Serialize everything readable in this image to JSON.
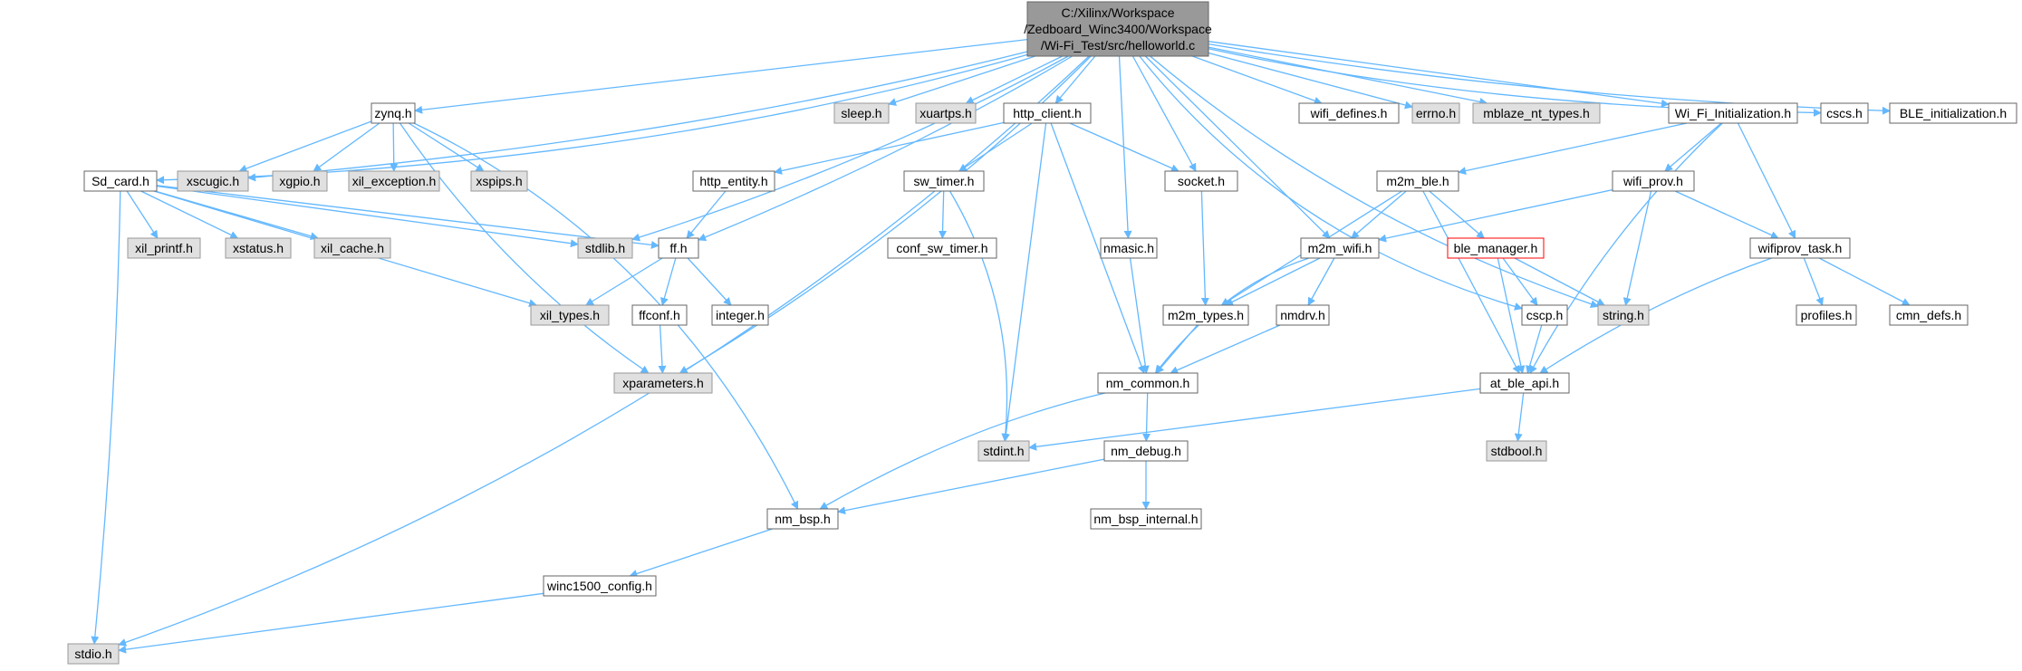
{
  "colors": {
    "root_fill": "#999999",
    "root_stroke": "#666666",
    "local_fill": "#ffffff",
    "local_stroke": "#666666",
    "system_fill": "#e0e0e0",
    "system_stroke": "#999999",
    "highlight_stroke": "#ff0000",
    "edge": "#63b8ff"
  },
  "nodes": [
    {
      "id": "root",
      "lines": [
        "C:/Xilinx/Workspace",
        "/Zedboard_Winc3400/Workspace",
        "/Wi-Fi_Test/src/helloworld.c"
      ],
      "kind": "root"
    },
    {
      "id": "zynq",
      "lines": [
        "zynq.h"
      ],
      "kind": "local"
    },
    {
      "id": "sleep",
      "lines": [
        "sleep.h"
      ],
      "kind": "system"
    },
    {
      "id": "xuartps",
      "lines": [
        "xuartps.h"
      ],
      "kind": "system"
    },
    {
      "id": "http_client",
      "lines": [
        "http_client.h"
      ],
      "kind": "local"
    },
    {
      "id": "wifi_defines",
      "lines": [
        "wifi_defines.h"
      ],
      "kind": "local"
    },
    {
      "id": "errno",
      "lines": [
        "errno.h"
      ],
      "kind": "system"
    },
    {
      "id": "mblaze",
      "lines": [
        "mblaze_nt_types.h"
      ],
      "kind": "system"
    },
    {
      "id": "wifi_init",
      "lines": [
        "Wi_Fi_Initialization.h"
      ],
      "kind": "local"
    },
    {
      "id": "cscs",
      "lines": [
        "cscs.h"
      ],
      "kind": "local"
    },
    {
      "id": "ble_init",
      "lines": [
        "BLE_initialization.h"
      ],
      "kind": "local"
    },
    {
      "id": "sd_card",
      "lines": [
        "Sd_card.h"
      ],
      "kind": "local"
    },
    {
      "id": "xscugic",
      "lines": [
        "xscugic.h"
      ],
      "kind": "system"
    },
    {
      "id": "xgpio",
      "lines": [
        "xgpio.h"
      ],
      "kind": "system"
    },
    {
      "id": "xil_exception",
      "lines": [
        "xil_exception.h"
      ],
      "kind": "system"
    },
    {
      "id": "xspips",
      "lines": [
        "xspips.h"
      ],
      "kind": "system"
    },
    {
      "id": "http_entity",
      "lines": [
        "http_entity.h"
      ],
      "kind": "local"
    },
    {
      "id": "sw_timer",
      "lines": [
        "sw_timer.h"
      ],
      "kind": "local"
    },
    {
      "id": "socket",
      "lines": [
        "socket.h"
      ],
      "kind": "local"
    },
    {
      "id": "m2m_ble",
      "lines": [
        "m2m_ble.h"
      ],
      "kind": "local"
    },
    {
      "id": "wifi_prov",
      "lines": [
        "wifi_prov.h"
      ],
      "kind": "local"
    },
    {
      "id": "xil_printf",
      "lines": [
        "xil_printf.h"
      ],
      "kind": "system"
    },
    {
      "id": "xstatus",
      "lines": [
        "xstatus.h"
      ],
      "kind": "system"
    },
    {
      "id": "xil_cache",
      "lines": [
        "xil_cache.h"
      ],
      "kind": "system"
    },
    {
      "id": "stdlib",
      "lines": [
        "stdlib.h"
      ],
      "kind": "system"
    },
    {
      "id": "ff",
      "lines": [
        "ff.h"
      ],
      "kind": "local"
    },
    {
      "id": "conf_sw_timer",
      "lines": [
        "conf_sw_timer.h"
      ],
      "kind": "local"
    },
    {
      "id": "nmasic",
      "lines": [
        "nmasic.h"
      ],
      "kind": "local"
    },
    {
      "id": "m2m_wifi",
      "lines": [
        "m2m_wifi.h"
      ],
      "kind": "local"
    },
    {
      "id": "ble_manager",
      "lines": [
        "ble_manager.h"
      ],
      "kind": "highlight"
    },
    {
      "id": "wifiprov_task",
      "lines": [
        "wifiprov_task.h"
      ],
      "kind": "local"
    },
    {
      "id": "xil_types",
      "lines": [
        "xil_types.h"
      ],
      "kind": "system"
    },
    {
      "id": "ffconf",
      "lines": [
        "ffconf.h"
      ],
      "kind": "local"
    },
    {
      "id": "integer",
      "lines": [
        "integer.h"
      ],
      "kind": "local"
    },
    {
      "id": "m2m_types",
      "lines": [
        "m2m_types.h"
      ],
      "kind": "local"
    },
    {
      "id": "nmdrv",
      "lines": [
        "nmdrv.h"
      ],
      "kind": "local"
    },
    {
      "id": "cscp",
      "lines": [
        "cscp.h"
      ],
      "kind": "local"
    },
    {
      "id": "string",
      "lines": [
        "string.h"
      ],
      "kind": "system"
    },
    {
      "id": "profiles",
      "lines": [
        "profiles.h"
      ],
      "kind": "local"
    },
    {
      "id": "cmn_defs",
      "lines": [
        "cmn_defs.h"
      ],
      "kind": "local"
    },
    {
      "id": "xparameters",
      "lines": [
        "xparameters.h"
      ],
      "kind": "system"
    },
    {
      "id": "nm_common",
      "lines": [
        "nm_common.h"
      ],
      "kind": "local"
    },
    {
      "id": "at_ble_api",
      "lines": [
        "at_ble_api.h"
      ],
      "kind": "local"
    },
    {
      "id": "stdint",
      "lines": [
        "stdint.h"
      ],
      "kind": "system"
    },
    {
      "id": "nm_debug",
      "lines": [
        "nm_debug.h"
      ],
      "kind": "local"
    },
    {
      "id": "stdbool",
      "lines": [
        "stdbool.h"
      ],
      "kind": "system"
    },
    {
      "id": "nm_bsp",
      "lines": [
        "nm_bsp.h"
      ],
      "kind": "local"
    },
    {
      "id": "nm_bsp_internal",
      "lines": [
        "nm_bsp_internal.h"
      ],
      "kind": "local"
    },
    {
      "id": "winc1500",
      "lines": [
        "winc1500_config.h"
      ],
      "kind": "local"
    },
    {
      "id": "stdio",
      "lines": [
        "stdio.h"
      ],
      "kind": "system"
    }
  ],
  "edges": [
    [
      "root",
      "zynq"
    ],
    [
      "root",
      "sleep"
    ],
    [
      "root",
      "xuartps"
    ],
    [
      "root",
      "http_client"
    ],
    [
      "root",
      "wifi_defines"
    ],
    [
      "root",
      "errno"
    ],
    [
      "root",
      "mblaze"
    ],
    [
      "root",
      "wifi_init"
    ],
    [
      "root",
      "cscs"
    ],
    [
      "root",
      "ble_init"
    ],
    [
      "root",
      "sd_card"
    ],
    [
      "root",
      "xscugic"
    ],
    [
      "root",
      "stdlib"
    ],
    [
      "root",
      "ff"
    ],
    [
      "root",
      "xparameters"
    ],
    [
      "root",
      "nmasic"
    ],
    [
      "root",
      "socket"
    ],
    [
      "root",
      "m2m_wifi"
    ],
    [
      "root",
      "string"
    ],
    [
      "root",
      "cscp"
    ],
    [
      "root",
      "stdio"
    ],
    [
      "zynq",
      "xscugic"
    ],
    [
      "zynq",
      "xgpio"
    ],
    [
      "zynq",
      "xil_exception"
    ],
    [
      "zynq",
      "xspips"
    ],
    [
      "zynq",
      "xparameters"
    ],
    [
      "zynq",
      "nm_bsp"
    ],
    [
      "sd_card",
      "xil_printf"
    ],
    [
      "sd_card",
      "xstatus"
    ],
    [
      "sd_card",
      "xil_cache"
    ],
    [
      "sd_card",
      "stdlib"
    ],
    [
      "sd_card",
      "ff"
    ],
    [
      "sd_card",
      "xil_types"
    ],
    [
      "sd_card",
      "stdio"
    ],
    [
      "http_client",
      "http_entity"
    ],
    [
      "http_client",
      "sw_timer"
    ],
    [
      "http_client",
      "socket"
    ],
    [
      "http_client",
      "stdint"
    ],
    [
      "http_client",
      "nm_common"
    ],
    [
      "http_entity",
      "ff"
    ],
    [
      "ff",
      "xil_types"
    ],
    [
      "ff",
      "ffconf"
    ],
    [
      "ff",
      "integer"
    ],
    [
      "ffconf",
      "xparameters"
    ],
    [
      "sw_timer",
      "conf_sw_timer"
    ],
    [
      "sw_timer",
      "stdint"
    ],
    [
      "socket",
      "m2m_types"
    ],
    [
      "nmasic",
      "nm_common"
    ],
    [
      "wifi_init",
      "m2m_ble"
    ],
    [
      "wifi_init",
      "wifi_prov"
    ],
    [
      "wifi_init",
      "wifiprov_task"
    ],
    [
      "wifi_init",
      "at_ble_api"
    ],
    [
      "m2m_ble",
      "m2m_wifi"
    ],
    [
      "m2m_ble",
      "ble_manager"
    ],
    [
      "m2m_ble",
      "m2m_types"
    ],
    [
      "m2m_ble",
      "at_ble_api"
    ],
    [
      "wifi_prov",
      "m2m_wifi"
    ],
    [
      "wifi_prov",
      "wifiprov_task"
    ],
    [
      "wifi_prov",
      "string"
    ],
    [
      "m2m_wifi",
      "m2m_types"
    ],
    [
      "m2m_wifi",
      "nmdrv"
    ],
    [
      "m2m_wifi",
      "nm_common"
    ],
    [
      "ble_manager",
      "cscp"
    ],
    [
      "ble_manager",
      "string"
    ],
    [
      "ble_manager",
      "at_ble_api"
    ],
    [
      "wifiprov_task",
      "profiles"
    ],
    [
      "wifiprov_task",
      "cmn_defs"
    ],
    [
      "wifiprov_task",
      "at_ble_api"
    ],
    [
      "m2m_types",
      "nm_common"
    ],
    [
      "nmdrv",
      "nm_common"
    ],
    [
      "cscp",
      "at_ble_api"
    ],
    [
      "nm_common",
      "nm_debug"
    ],
    [
      "nm_common",
      "nm_bsp"
    ],
    [
      "at_ble_api",
      "stdint"
    ],
    [
      "at_ble_api",
      "stdbool"
    ],
    [
      "nm_debug",
      "nm_bsp"
    ],
    [
      "nm_debug",
      "nm_bsp_internal"
    ],
    [
      "nm_bsp",
      "winc1500"
    ],
    [
      "winc1500",
      "stdio"
    ]
  ]
}
